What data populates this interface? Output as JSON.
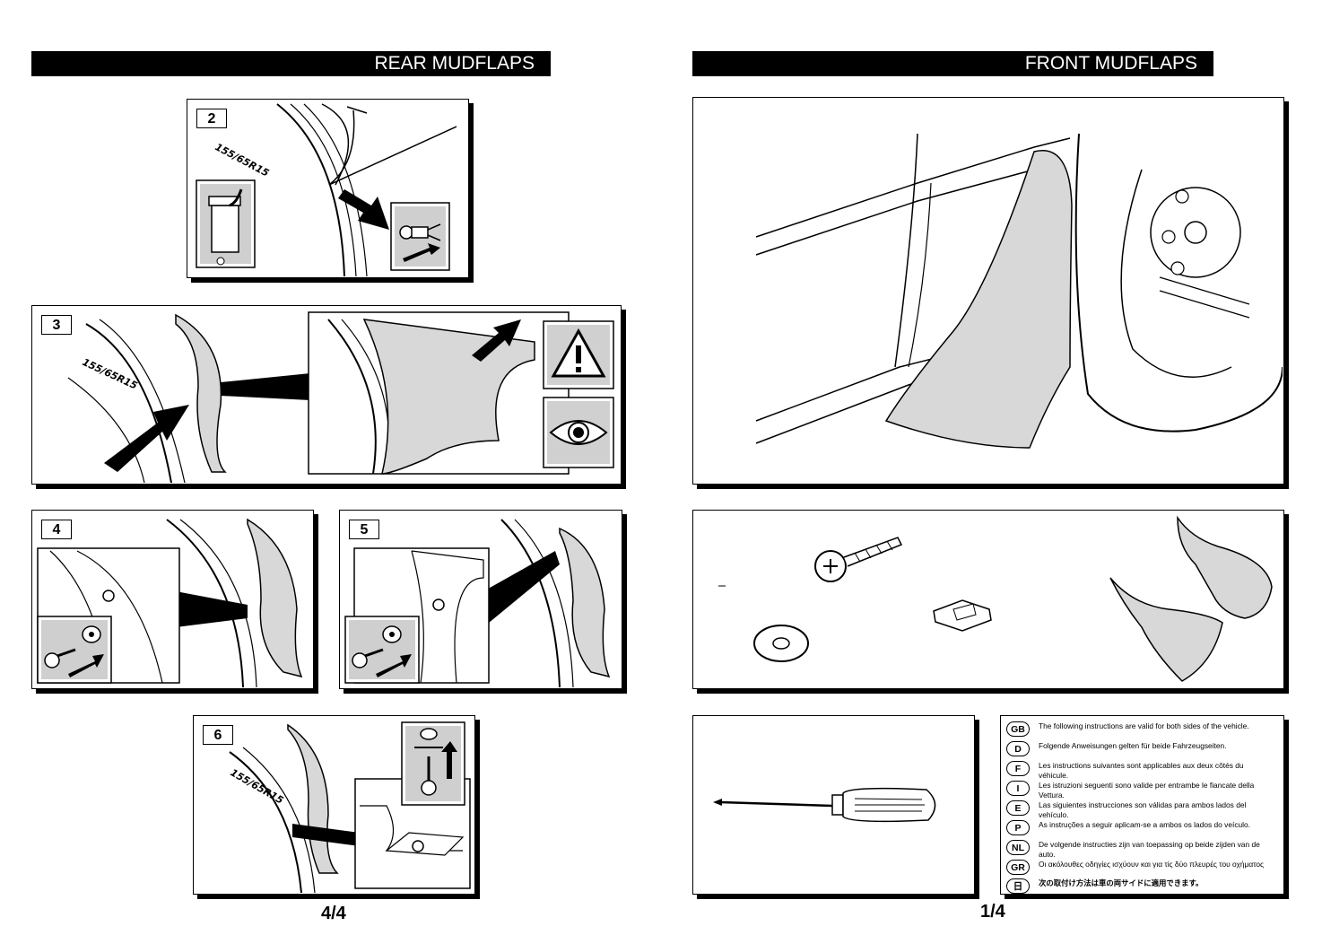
{
  "left_page": {
    "title": "REAR MUDFLAPS",
    "page_number": "4/4",
    "steps": [
      "2",
      "3",
      "4",
      "5",
      "6"
    ]
  },
  "right_page": {
    "title": "FRONT MUDFLAPS",
    "page_number": "1/4"
  },
  "languages": [
    {
      "code": "GB",
      "text": "The following instructions are valid for both sides of the vehicle."
    },
    {
      "code": "D",
      "text": "Folgende Anweisungen gelten für beide Fahrzeugseiten."
    },
    {
      "code": "F",
      "text": "Les instructions suivantes sont applicables aux deux côtés du véhicule."
    },
    {
      "code": "I",
      "text": "Les istruzioni seguenti sono valide per entrambe le fiancate della Vettura."
    },
    {
      "code": "E",
      "text": "Las siguientes instrucciones son válidas para ambos lados del vehículo."
    },
    {
      "code": "P",
      "text": "As instruções a seguir aplicam-se a ambos os lados do veículo."
    },
    {
      "code": "NL",
      "text": "De volgende instructies zijn van toepassing op beide zijden van de auto."
    },
    {
      "code": "GR",
      "text": "Οι ακόλουθες οδηγίες ισχύουν και για τίς δύο πλευρές του οχήματος"
    },
    {
      "code": "日",
      "text": "次の取付け方法は車の両サイドに適用できます。"
    }
  ]
}
